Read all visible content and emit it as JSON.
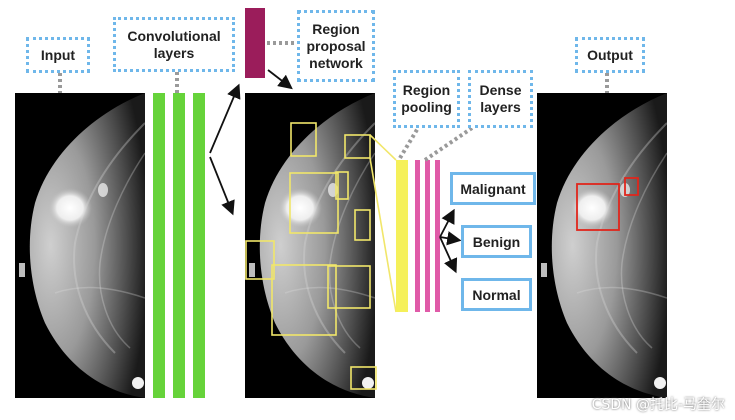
{
  "labels": {
    "input": "Input",
    "conv": "Convolutional layers",
    "rpn": "Region proposal network",
    "pooling": "Region pooling",
    "dense": "Dense layers",
    "output": "Output"
  },
  "classes": [
    "Malignant",
    "Benign",
    "Normal"
  ],
  "watermark": "CSDN @托比-马奎尔",
  "colors": {
    "label_border": "#6fb7ea",
    "conv_layer": "#66d33a",
    "rpn_block": "#9b1d5b",
    "region_box": "#f1e66a",
    "pooling_layer": "#f5f05a",
    "dense_layer": "#e05aa8",
    "detection_box": "#e0261c"
  }
}
